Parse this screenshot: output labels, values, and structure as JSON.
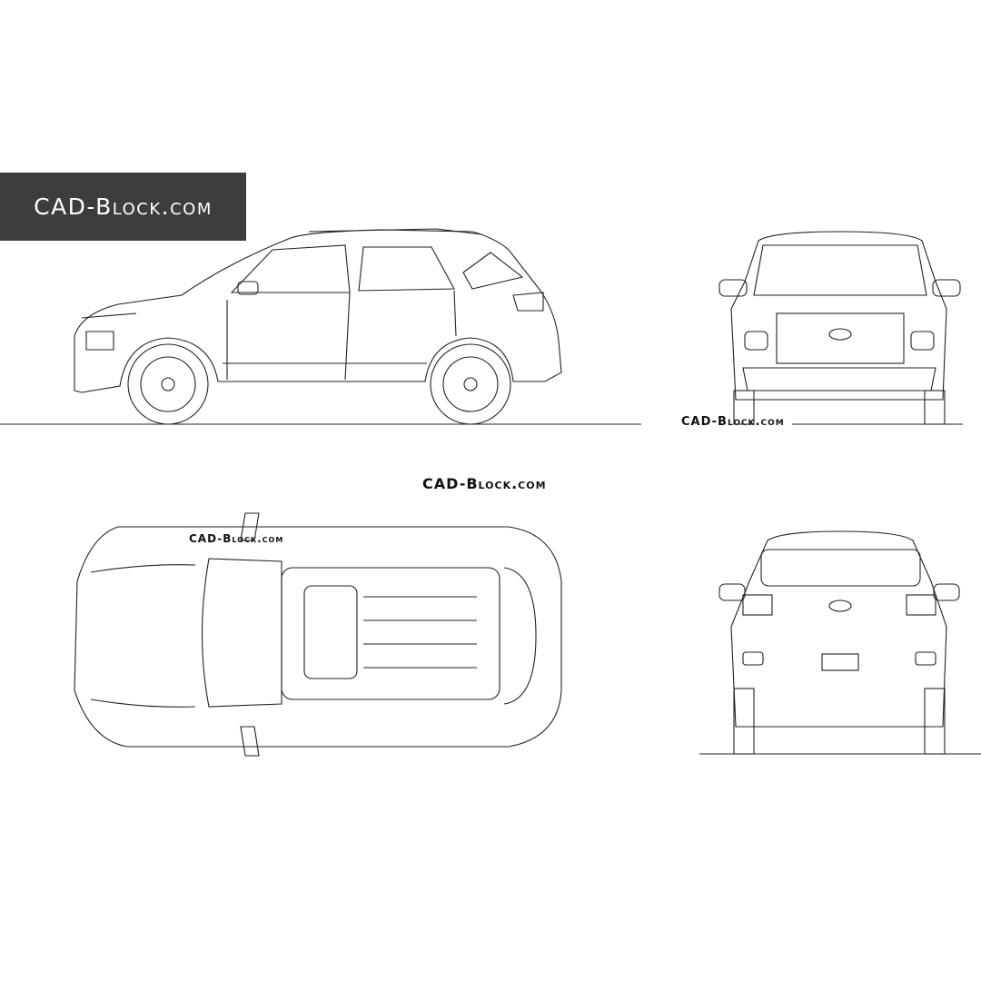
{
  "banner": {
    "label": "CAD-Block.com",
    "background": "#3d3d3d",
    "text_color": "#ffffff"
  },
  "watermarks": [
    "CAD-Block.com",
    "CAD-Block.com",
    "CAD-Block.com"
  ],
  "views": [
    "side",
    "front",
    "top",
    "rear"
  ]
}
